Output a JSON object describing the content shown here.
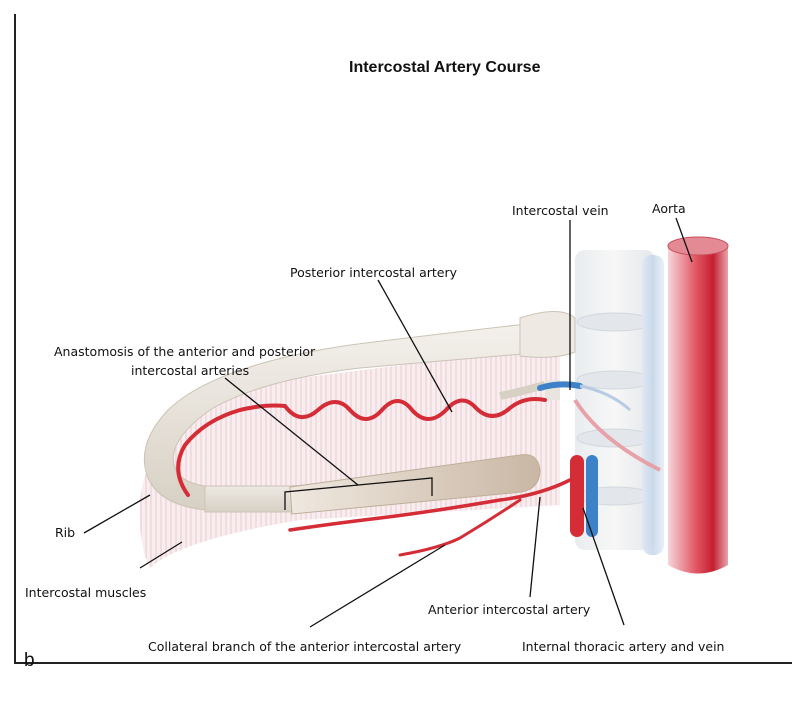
{
  "title": "Intercostal Artery Course",
  "panel_letter": "b",
  "labels": {
    "intercostal_vein": "Intercostal vein",
    "aorta": "Aorta",
    "posterior_intercostal_artery": "Posterior intercostal artery",
    "anastomosis_line1": "Anastomosis of the anterior and posterior",
    "anastomosis_line2": "intercostal arteries",
    "rib": "Rib",
    "intercostal_muscles": "Intercostal muscles",
    "anterior_intercostal_artery": "Anterior intercostal artery",
    "collateral_branch": "Collateral branch of the anterior intercostal artery",
    "internal_thoracic": "Internal thoracic artery and vein"
  },
  "colors": {
    "artery": "#d42d37",
    "vein": "#3d82c8",
    "rib": "#ece7df",
    "rib_shadow": "#cfc6b8",
    "muscle": "#f1dcdf",
    "aorta": "#c8283a"
  }
}
